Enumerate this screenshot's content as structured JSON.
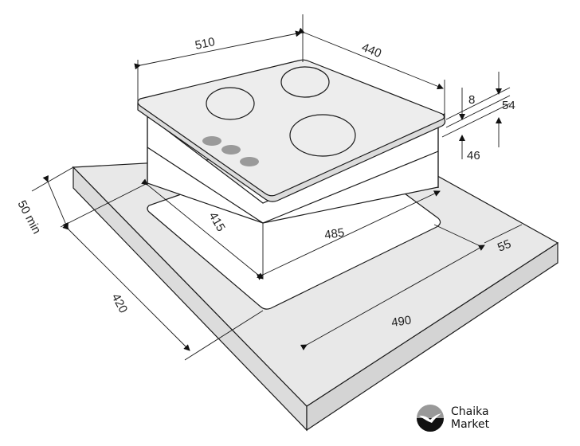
{
  "dimensions": {
    "hob_width": "510",
    "hob_depth": "440",
    "glass_thickness": "8",
    "total_height": "54",
    "body_height": "46",
    "front_clearance": "50 min",
    "countertop_depth": "420",
    "cutout_depth": "415",
    "cutout_width": "485",
    "countertop_cutout_width": "490",
    "rear_clearance": "55"
  },
  "logo": {
    "line1": "Chaika",
    "line2": "Market"
  },
  "colors": {
    "surface": "#e8e8e8",
    "hob_top": "#ededed",
    "knob": "#9a9a9a",
    "line": "#1a1a1a"
  }
}
